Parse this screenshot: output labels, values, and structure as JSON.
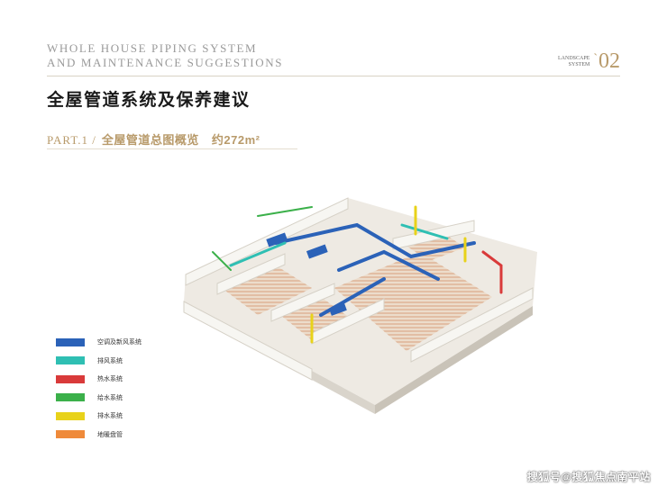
{
  "header": {
    "english_title_line1": "WHOLE HOUSE PIPING SYSTEM",
    "english_title_line2": "AND MAINTENANCE SUGGESTIONS",
    "badge_line1": "LANDSCAPE",
    "badge_line2": "SYSTEM",
    "badge_number": "02",
    "chinese_title": "全屋管道系统及保养建议"
  },
  "section": {
    "part_label": "PART.1 /",
    "part_title": "全屋管道总图概览",
    "area": "约272m²"
  },
  "legend": {
    "items": [
      {
        "label": "空调及新风系统",
        "color": "#2b62b8"
      },
      {
        "label": "排风系统",
        "color": "#2fbfb3"
      },
      {
        "label": "热水系统",
        "color": "#d93a3a"
      },
      {
        "label": "给水系统",
        "color": "#3bb04a"
      },
      {
        "label": "排水系统",
        "color": "#e8d21a"
      },
      {
        "label": "地暖盘管",
        "color": "#ef8a3a"
      }
    ]
  },
  "colors": {
    "wall": "#f3f1ec",
    "wall_side": "#dcd8cf",
    "floor": "#e9d9c8",
    "floor_line": "#d6a98a",
    "accent": "#b89a6a"
  },
  "watermark": "搜狐号@搜狐焦点南平站"
}
